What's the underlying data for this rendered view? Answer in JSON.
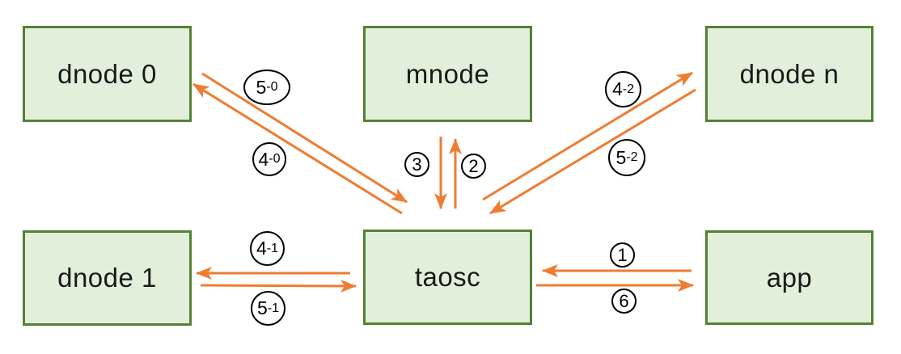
{
  "diagram": {
    "nodes": [
      {
        "label": "dnode 0"
      },
      {
        "label": "mnode"
      },
      {
        "label": "dnode n"
      },
      {
        "label": "dnode 1"
      },
      {
        "label": "taosc"
      },
      {
        "label": "app"
      }
    ],
    "edge_labels": [
      {
        "main": "5",
        "suffix": "-0"
      },
      {
        "main": "4",
        "suffix": "-0"
      },
      {
        "main": "3",
        "suffix": ""
      },
      {
        "main": "2",
        "suffix": ""
      },
      {
        "main": "4",
        "suffix": "-2"
      },
      {
        "main": "5",
        "suffix": "-2"
      },
      {
        "main": "4",
        "suffix": "-1"
      },
      {
        "main": "5",
        "suffix": "-1"
      },
      {
        "main": "1",
        "suffix": ""
      },
      {
        "main": "6",
        "suffix": ""
      }
    ],
    "edges": [
      {
        "label": "5-0",
        "from": "dnode 0",
        "to": "taosc"
      },
      {
        "label": "4-0",
        "from": "taosc",
        "to": "dnode 0"
      },
      {
        "label": "3",
        "from": "mnode",
        "to": "taosc"
      },
      {
        "label": "2",
        "from": "taosc",
        "to": "mnode"
      },
      {
        "label": "4-2",
        "from": "taosc",
        "to": "dnode n"
      },
      {
        "label": "5-2",
        "from": "dnode n",
        "to": "taosc"
      },
      {
        "label": "4-1",
        "from": "taosc",
        "to": "dnode 1"
      },
      {
        "label": "5-1",
        "from": "dnode 1",
        "to": "taosc"
      },
      {
        "label": "1",
        "from": "app",
        "to": "taosc"
      },
      {
        "label": "6",
        "from": "taosc",
        "to": "app"
      }
    ],
    "colors": {
      "node_fill": "#e2efda",
      "node_border": "#538135",
      "arrow": "#ed7d31",
      "circle_border": "#000000",
      "text": "#1a1a1a",
      "bg": "#ffffff"
    }
  }
}
